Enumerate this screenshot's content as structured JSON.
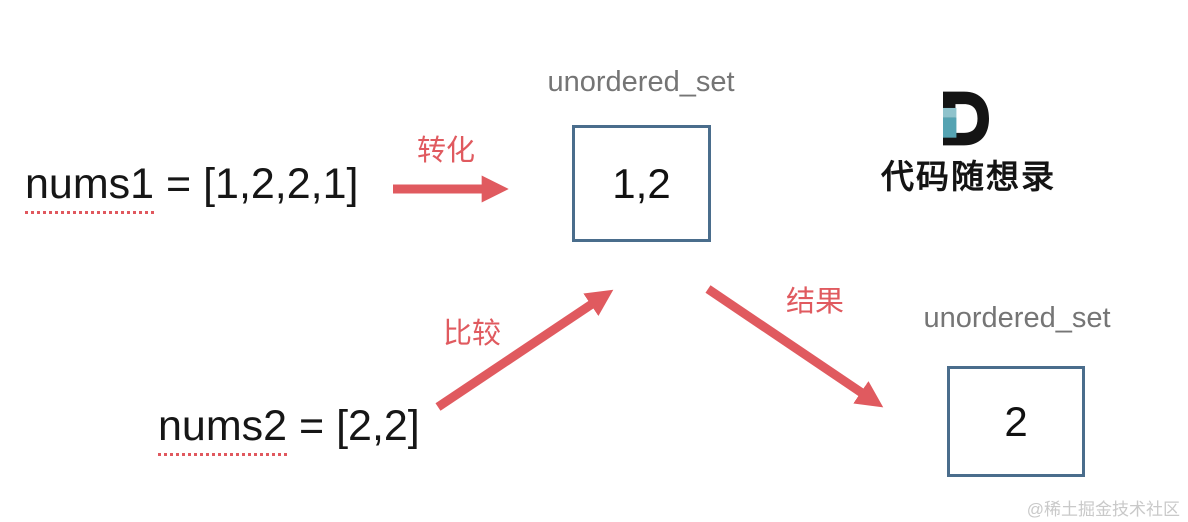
{
  "colors": {
    "arrow_red": "#e05a5f",
    "underline_red": "#e0585e",
    "box_border_blue": "#4a6d8c",
    "set_label_gray": "#757575",
    "text_black": "#161616",
    "logo_teal_dark": "#55a3b2",
    "logo_teal_light": "#8fc3cc",
    "watermark_gray": "#c9c9c9"
  },
  "inputs": {
    "nums1": {
      "label": "nums1",
      "value": " = [1,2,2,1]"
    },
    "nums2": {
      "label": "nums2",
      "value": " = [2,2]"
    }
  },
  "sets": {
    "set1": {
      "title": "unordered_set",
      "value": "1,2"
    },
    "set2": {
      "title": "unordered_set",
      "value": "2"
    }
  },
  "arrows": {
    "transform_label": "转化",
    "compare_label": "比较",
    "result_label": "结果"
  },
  "logo": {
    "icon": "letter-D-lettermark",
    "brand": "代码随想录"
  },
  "watermark": "@稀土掘金技术社区"
}
